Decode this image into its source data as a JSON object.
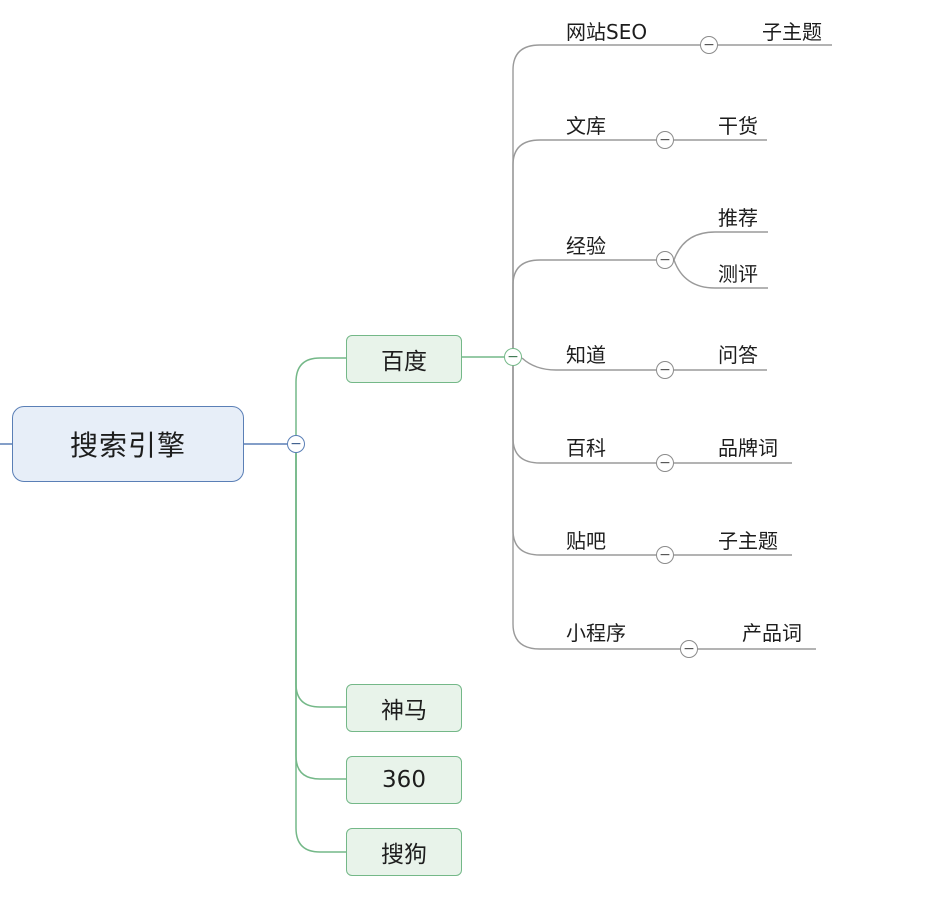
{
  "root": {
    "label": "搜索引擎",
    "toggle_symbol": "−"
  },
  "main_branches": {
    "baidu": {
      "label": "百度",
      "toggle_symbol": "−"
    },
    "shenma": {
      "label": "神马"
    },
    "n360": {
      "label": "360"
    },
    "sougou": {
      "label": "搜狗"
    }
  },
  "baidu_children": [
    {
      "label": "网站SEO",
      "toggle_symbol": "−",
      "children": [
        "子主题"
      ]
    },
    {
      "label": "文库",
      "toggle_symbol": "−",
      "children": [
        "干货"
      ]
    },
    {
      "label": "经验",
      "toggle_symbol": "−",
      "children": [
        "推荐",
        "测评"
      ]
    },
    {
      "label": "知道",
      "toggle_symbol": "−",
      "children": [
        "问答"
      ]
    },
    {
      "label": "百科",
      "toggle_symbol": "−",
      "children": [
        "品牌词"
      ]
    },
    {
      "label": "贴吧",
      "toggle_symbol": "−",
      "children": [
        "子主题"
      ]
    },
    {
      "label": "小程序",
      "toggle_symbol": "−",
      "children": [
        "产品词"
      ]
    }
  ],
  "colors": {
    "root_fill": "#e7eef8",
    "root_border": "#5a7fb6",
    "main_fill": "#e8f3ea",
    "main_border": "#74b888",
    "connector_gray": "#9a9a9a"
  }
}
